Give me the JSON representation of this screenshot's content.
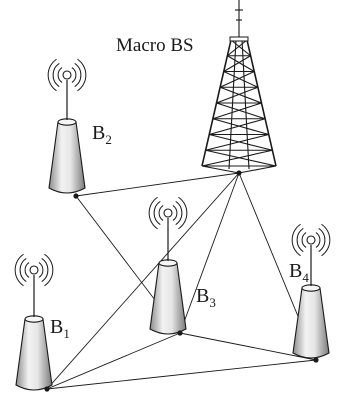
{
  "macro": {
    "label": "Macro BS",
    "icon": "tower-icon"
  },
  "stations": [
    {
      "id": "b2",
      "name": "B",
      "sub": "2",
      "icon": "antenna-cone-icon"
    },
    {
      "id": "b3",
      "name": "B",
      "sub": "3",
      "icon": "antenna-cone-icon"
    },
    {
      "id": "b4",
      "name": "B",
      "sub": "4",
      "icon": "antenna-cone-icon"
    },
    {
      "id": "b1",
      "name": "B",
      "sub": "1",
      "icon": "antenna-cone-icon"
    }
  ],
  "links": [
    [
      "macro",
      "b2"
    ],
    [
      "macro",
      "b3"
    ],
    [
      "macro",
      "b4"
    ],
    [
      "macro",
      "b1"
    ],
    [
      "b2",
      "b3"
    ],
    [
      "b3",
      "b1"
    ],
    [
      "b3",
      "b4"
    ],
    [
      "b1",
      "b4"
    ]
  ],
  "colors": {
    "stroke": "#1a1a1a",
    "cone_light": "#f4f4f4",
    "cone_dark": "#9a9a9a",
    "background": "#ffffff"
  }
}
